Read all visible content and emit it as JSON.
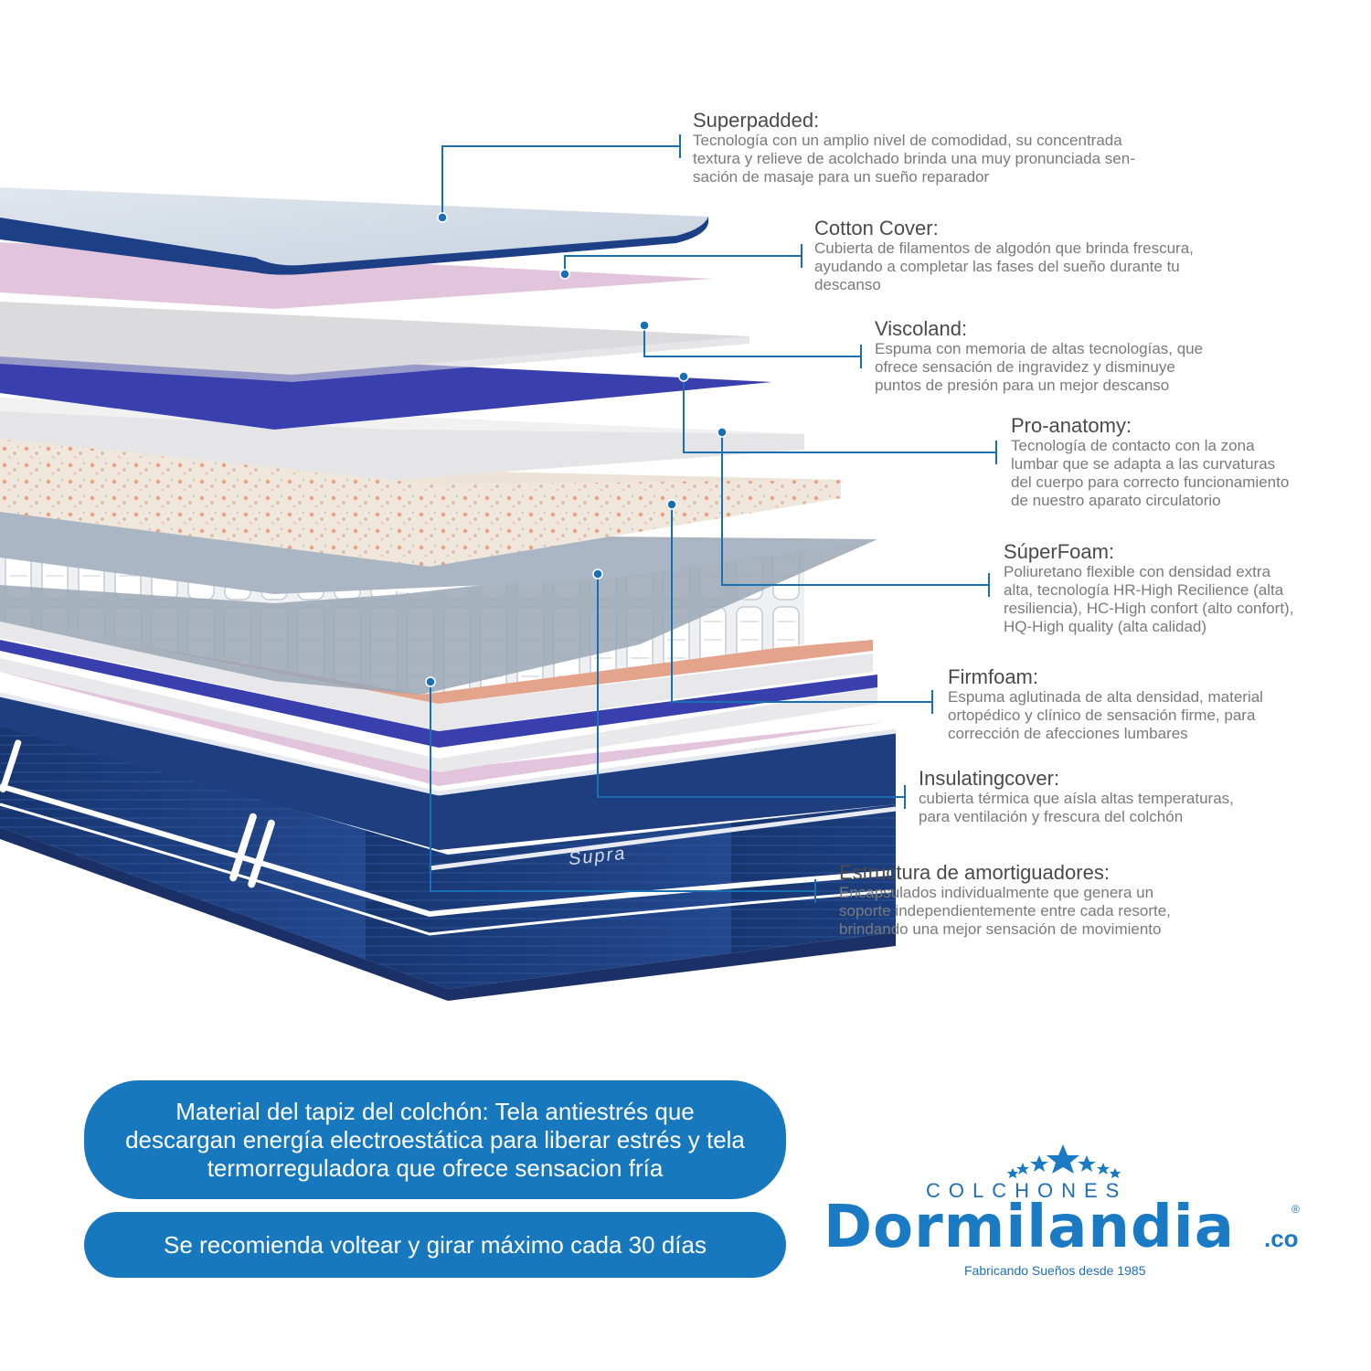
{
  "layers": [
    {
      "id": "superpadded",
      "title": "Superpadded:",
      "lines": [
        "Tecnología con un amplio nivel de comodidad, su concentrada",
        "textura y relieve de acolchado brinda una muy pronunciada sen-",
        "sación de masaje para un sueño reparador"
      ]
    },
    {
      "id": "cotton",
      "title": "Cotton Cover:",
      "lines": [
        "Cubierta de filamentos de algodón que brinda frescura,",
        "ayudando a completar las fases del sueño durante tu",
        "descanso"
      ]
    },
    {
      "id": "viscoland",
      "title": "Viscoland:",
      "lines": [
        "Espuma con memoria de altas tecnologías, que",
        "ofrece sensación de ingravidez y disminuye",
        "puntos de presión para un mejor descanso"
      ]
    },
    {
      "id": "proanatomy",
      "title": "Pro-anatomy:",
      "lines": [
        "Tecnología de contacto con la zona",
        "lumbar que se adapta a las curvaturas",
        "del cuerpo para correcto funcionamiento",
        "de nuestro aparato circulatorio"
      ]
    },
    {
      "id": "superfoam",
      "title": "SúperFoam:",
      "lines": [
        "Poliuretano flexible con densidad extra",
        "alta, tecnología HR-High Recilience (alta",
        "resiliencia), HC-High confort (alto confort),",
        "HQ-High quality (alta calidad)"
      ]
    },
    {
      "id": "firmfoam",
      "title": "Firmfoam:",
      "lines": [
        "Espuma aglutinada de alta densidad, material",
        "ortopédico y clínico de sensación firme, para",
        "corrección de afecciones lumbares"
      ]
    },
    {
      "id": "insulating",
      "title": "Insulatingcover:",
      "lines": [
        "cubierta térmica que aísla altas temperaturas,",
        "para ventilación y frescura del colchón"
      ]
    },
    {
      "id": "estructura",
      "title": "Estructura de amortiguadores:",
      "lines": [
        "Encapsulados individualmente que genera un",
        "soporte independientemente entre cada resorte,",
        "brindando una mejor sensación de movimiento"
      ]
    }
  ],
  "info": {
    "material": "Material del tapiz del colchón: Tela antiestrés que descargan energía electroestática para liberar estrés y tela termorreguladora que ofrece sensacion fría",
    "flip": "Se recomienda voltear y girar máximo cada 30 días"
  },
  "logo": {
    "colchones": "COLCHONES",
    "name": "Dormilandia",
    "domain": ".co",
    "registered": "®",
    "tagline": "Fabricando Sueños desde 1985"
  },
  "brand_mark": "Supra",
  "colors": {
    "leader_line": "#1a6fb3",
    "label_title": "#4a4a4a",
    "label_text": "#7a7a7a",
    "pill_background": "#1878bd",
    "logo_blue": "#1a7ac4",
    "mattress_navy": "#1b3a78",
    "pink_layer": "#e2c4dc",
    "foam_grey": "#e0e0e0",
    "blue_layer": "#3a3fae",
    "peach_layer": "#e4a48c"
  }
}
